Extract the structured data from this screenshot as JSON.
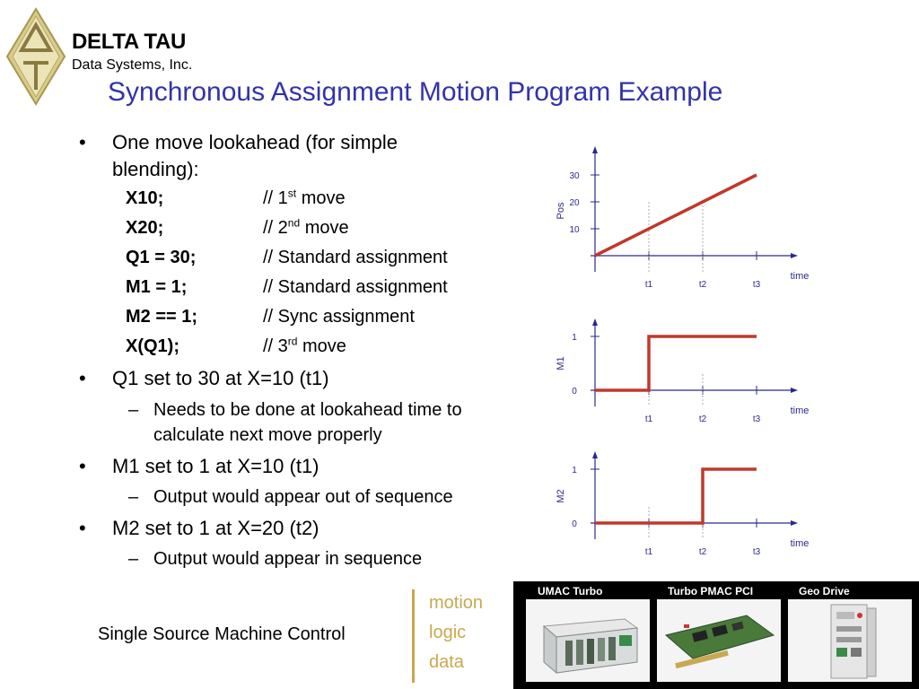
{
  "brand": {
    "name": "DELTA TAU",
    "subtitle": "Data Systems, Inc."
  },
  "title": "Synchronous Assignment Motion Program Example",
  "bullets": {
    "b1": {
      "line1": "One move lookahead (for simple",
      "line2": "blending):",
      "code": [
        {
          "cmd": "X10;",
          "cmt_pre": "// 1",
          "cmt_sup": "st",
          "cmt_post": " move"
        },
        {
          "cmd": "X20;",
          "cmt_pre": "// 2",
          "cmt_sup": "nd",
          "cmt_post": " move"
        },
        {
          "cmd": "Q1 = 30;",
          "cmt_pre": "// Standard assignment",
          "cmt_sup": "",
          "cmt_post": ""
        },
        {
          "cmd": "M1 = 1;",
          "cmt_pre": "// Standard assignment",
          "cmt_sup": "",
          "cmt_post": ""
        },
        {
          "cmd": "M2 == 1;",
          "cmt_pre": "// Sync assignment",
          "cmt_sup": "",
          "cmt_post": ""
        },
        {
          "cmd": "X(Q1);",
          "cmt_pre": "// 3",
          "cmt_sup": "rd",
          "cmt_post": " move"
        }
      ]
    },
    "b2": {
      "text": "Q1 set to 30 at X=10 (t1)",
      "sub_line1": "Needs to be done at lookahead time to",
      "sub_line2": "calculate next move properly"
    },
    "b3": {
      "text": "M1 set to 1 at X=10 (t1)",
      "sub": "Output would appear out of sequence"
    },
    "b4": {
      "text": "M2 set to 1 at X=20 (t2)",
      "sub": "Output would appear in sequence"
    }
  },
  "glyphs": {
    "bullet": "•",
    "dash": "–"
  },
  "footer": {
    "text": "Single Source Machine Control",
    "tags": [
      "motion",
      "logic",
      "data"
    ]
  },
  "products": [
    {
      "label": "UMAC Turbo"
    },
    {
      "label": "Turbo PMAC PCI"
    },
    {
      "label": "Geo Drive"
    }
  ],
  "colors": {
    "title": "#3333aa",
    "accent_gold": "#c8a850",
    "plot_line": "#c0392b",
    "axis": "#2a2a8a"
  },
  "chart_data": [
    {
      "type": "line",
      "ylabel": "Pos",
      "xlabel": "time",
      "x_ticks": [
        "t1",
        "t2",
        "t3"
      ],
      "y_ticks": [
        "10",
        "20",
        "30"
      ],
      "points": [
        [
          0,
          0
        ],
        [
          3,
          30
        ]
      ],
      "x_unit_note": "t1=1, t2=2, t3=3"
    },
    {
      "type": "line",
      "ylabel": "M1",
      "xlabel": "time",
      "x_ticks": [
        "t1",
        "t2",
        "t3"
      ],
      "y_ticks": [
        "0",
        "1"
      ],
      "points": [
        [
          0,
          0
        ],
        [
          1,
          0
        ],
        [
          1,
          1
        ],
        [
          3,
          1
        ]
      ]
    },
    {
      "type": "line",
      "ylabel": "M2",
      "xlabel": "time",
      "x_ticks": [
        "t1",
        "t2",
        "t3"
      ],
      "y_ticks": [
        "0",
        "1"
      ],
      "points": [
        [
          0,
          0
        ],
        [
          2,
          0
        ],
        [
          2,
          1
        ],
        [
          3,
          1
        ]
      ]
    }
  ]
}
